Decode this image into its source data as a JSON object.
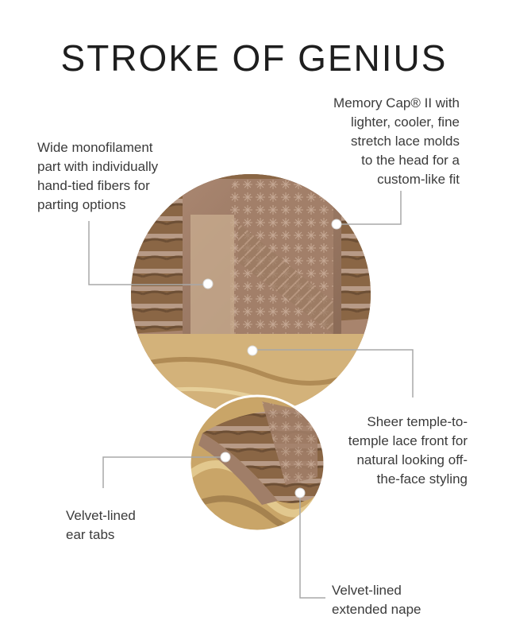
{
  "title": "STROKE OF GENIUS",
  "callouts": {
    "memory_cap": [
      "Memory Cap® II with",
      "lighter, cooler, fine",
      "stretch lace molds",
      "to the head for a",
      "custom-like fit"
    ],
    "monofilament": [
      "Wide monofilament",
      "part with individually",
      "hand-tied fibers for",
      "parting options"
    ],
    "lace_front": [
      "Sheer temple-to-",
      "temple lace front for",
      "natural looking off-",
      "the-face styling"
    ],
    "ear_tabs": [
      "Velvet-lined",
      "ear tabs"
    ],
    "nape": [
      "Velvet-lined",
      "extended nape"
    ]
  },
  "colors": {
    "leader_line": "#a8a8a8",
    "dot": "#ffffff",
    "cap_base": "#9a7a64",
    "hair_gold": "#c9a566"
  }
}
